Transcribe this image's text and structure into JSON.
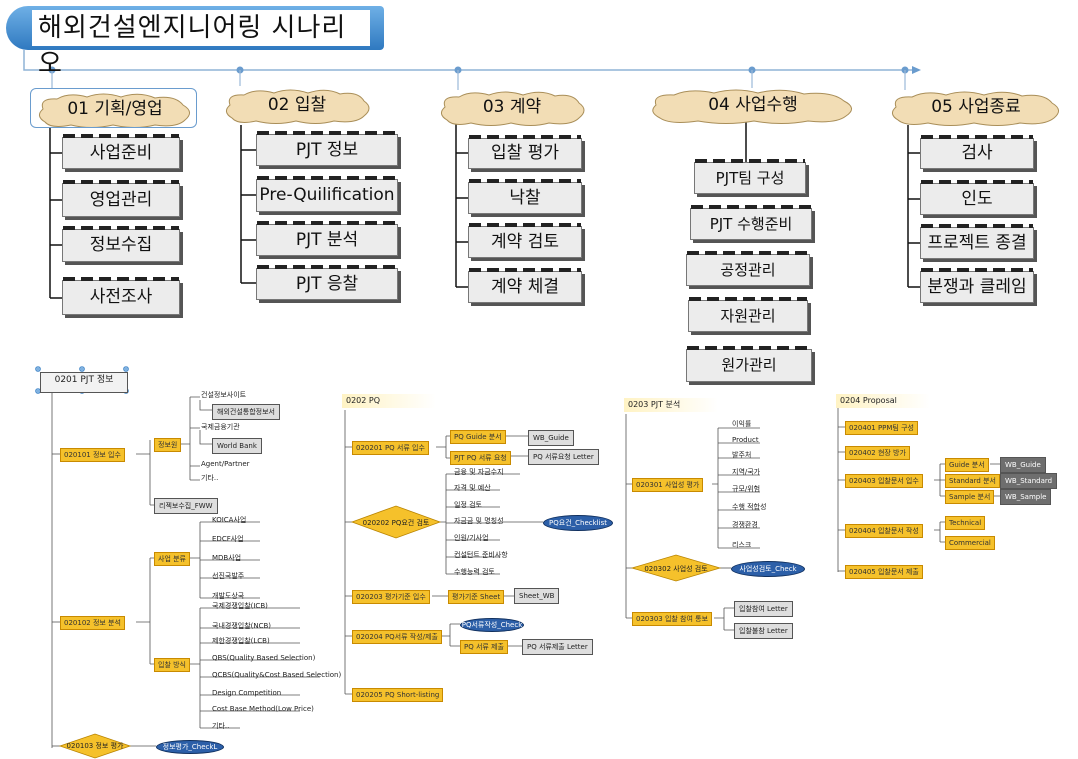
{
  "title": "해외건설엔지니어링 시나리오",
  "phases": [
    {
      "label": "01 기획/영업",
      "items": [
        "사업준비",
        "영업관리",
        "정보수집",
        "사전조사"
      ]
    },
    {
      "label": "02 입찰",
      "items": [
        "PJT 정보",
        "Pre-Quilification",
        "PJT 분석",
        "PJT 응찰"
      ]
    },
    {
      "label": "03 계약",
      "items": [
        "입찰 평가",
        "낙찰",
        "계약 검토",
        "계약 체결"
      ]
    },
    {
      "label": "04 사업수행",
      "items": [
        "PJT팀 구성",
        "PJT 수행준비",
        "공정관리",
        "자원관리",
        "원가관리"
      ]
    },
    {
      "label": "05 사업종료",
      "items": [
        "검사",
        "인도",
        "프로젝트 종결",
        "분쟁과 클레임"
      ]
    }
  ],
  "map0201": {
    "root": "0201 PJT 정보",
    "n1": "020101 정보 입수",
    "n1_sub": "정보원",
    "n1_items": [
      "건설정보사이트",
      "해외건설통합정보서",
      "국제금융기관",
      "World Bank",
      "Agent/Partner",
      "기타.."
    ],
    "n1_file": "리젝보수집_FWW",
    "n2": "020102 정보 분석",
    "n2_sub1": "사업 분류",
    "n2_sub1_items": [
      "KOICA사업",
      "EDCF사업",
      "MDB사업",
      "선진국발주",
      "개발도상국"
    ],
    "n2_sub2": "입찰 방식",
    "n2_sub2_items": [
      "국제경쟁입찰(ICB)",
      "국내경쟁입찰(NCB)",
      "제한경쟁입찰(LCB)",
      "QBS(Quality Based Selection)",
      "QCBS(Quality&Cost Based Selection)",
      "Design Competition",
      "Cost Base Method(Low Price)",
      "기타.."
    ],
    "n3": "020103 정보 평가",
    "n3_ell": "정보평가_CheckL"
  },
  "map0202": {
    "root": "0202 PQ",
    "n1": "020201 PQ 서류 입수",
    "n1_a": "PQ Guide 분서",
    "n1_a_file": "WB_Guide",
    "n1_b": "PJT PQ 서류 요청",
    "n1_b_file": "PQ 서류요청 Letter",
    "n2": "020202 PQ요건 검토",
    "n2_items": [
      "금융 및 자금수지",
      "자격 및 예산",
      "일정 검토",
      "자금금 및 명칭성",
      "인원/기사업",
      "컨설턴트 준비사항",
      "수행능력 검토"
    ],
    "n2_ell": "PQ요건_Checklist",
    "n3": "020203 평가기준 입수",
    "n3_a": "평가기준 Sheet",
    "n3_file": "Sheet_WB",
    "n4": "020204 PQ서류 작성/제출",
    "n4_ell": "PQ서류작성_Check",
    "n4_a": "PQ 서류 제출",
    "n4_file": "PQ 서류제출 Letter",
    "n5": "020205 PQ Short-listing"
  },
  "map0203": {
    "root": "0203 PJT 분석",
    "n1": "020301 사업성 평가",
    "n1_items": [
      "이익률",
      "Product",
      "발주처",
      "지역/국가",
      "규모/위험",
      "수행 적합성",
      "경쟁환경",
      "리스크"
    ],
    "n2": "020302 사업성 검토",
    "n2_ell": "사업성검토_Check",
    "n3": "020303 입찰 참여 통보",
    "n3_files": [
      "입찰참여 Letter",
      "입찰불참 Letter"
    ]
  },
  "map0204": {
    "root": "0204 Proposal",
    "n1": "020401 PPM팀 구성",
    "n2": "020402 현장 방가",
    "n3": "020403 입찰문서 입수",
    "n3_items": [
      "Guide 분서",
      "Standard 분서",
      "Sample 분서"
    ],
    "n3_files": [
      "WB_Guide",
      "WB_Standard",
      "WB_Sample"
    ],
    "n4": "020404 입찰문서 작성",
    "n4_items": [
      "Technical",
      "Commercial"
    ],
    "n5": "020405 입찰문서 제출"
  },
  "colors": {
    "accent": "#2f79c0",
    "node": "#f5c12b",
    "ellipse": "#2c5fa8"
  }
}
